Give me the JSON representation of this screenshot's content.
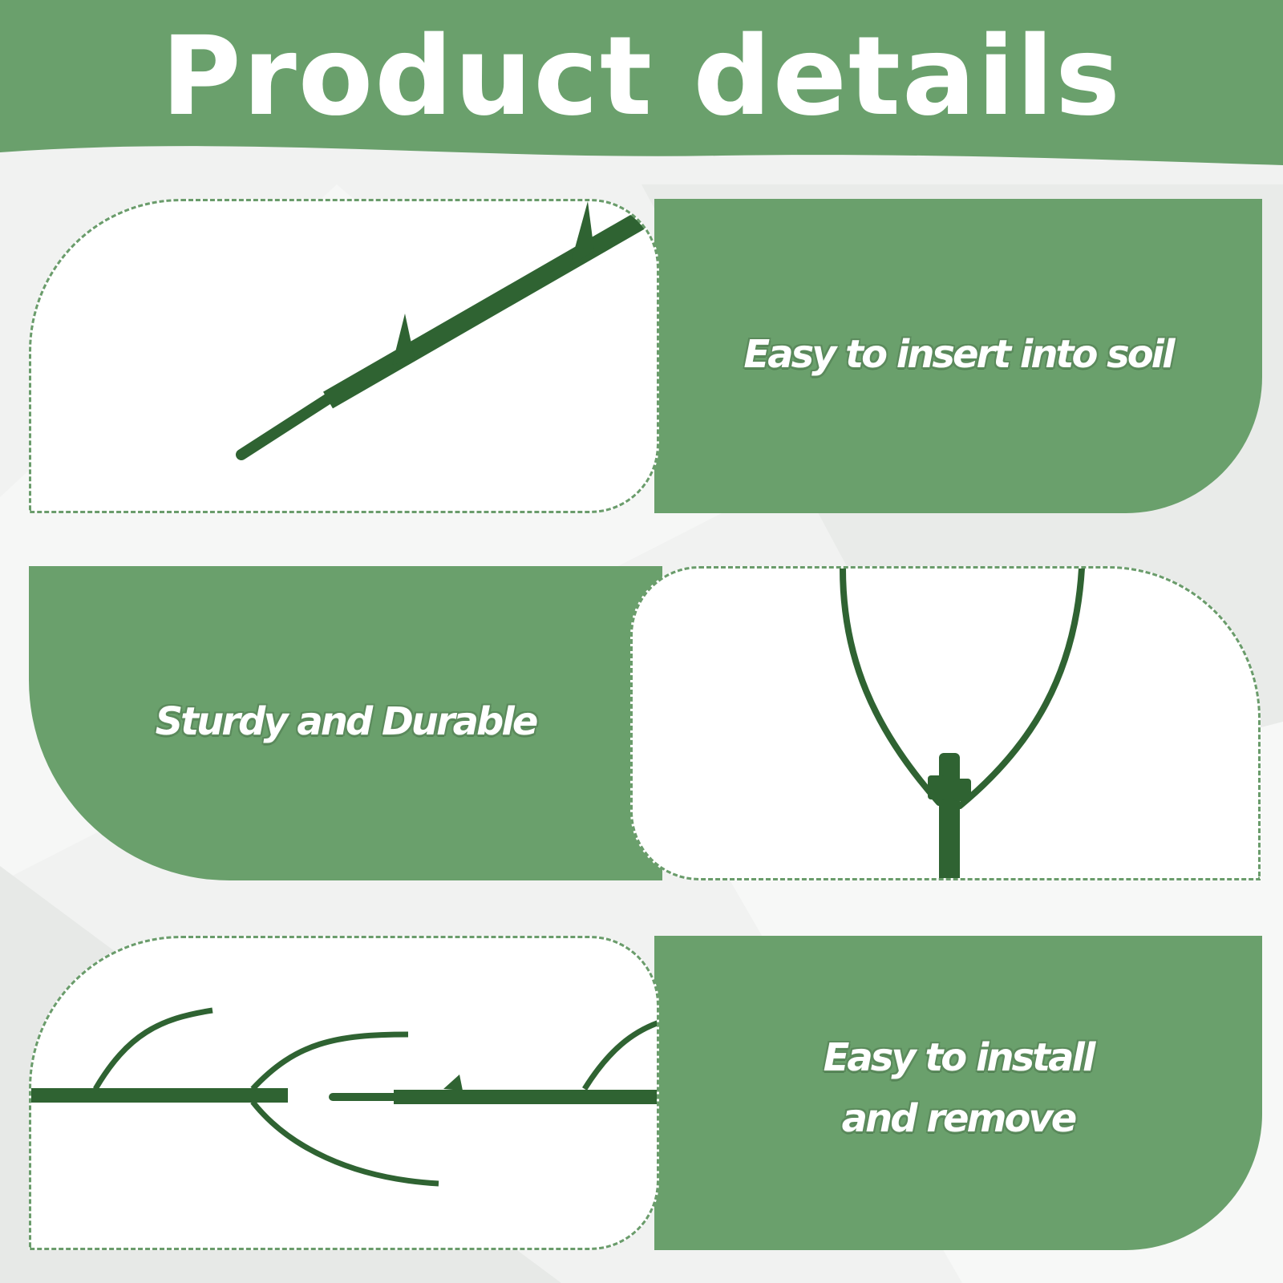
{
  "title": "Product details",
  "colors": {
    "brand_green": "#6aa06c",
    "product_green": "#2f6332",
    "background": "#f1f2f1"
  },
  "sections": [
    {
      "label": "Easy to insert into soil",
      "photo": "plant-stake-spike-tip"
    },
    {
      "label": "Sturdy and Durable",
      "photo": "plant-stake-support-ring-joint"
    },
    {
      "label_lines": [
        "Easy to install",
        "and remove"
      ],
      "photo": "plant-stake-connectors"
    }
  ]
}
